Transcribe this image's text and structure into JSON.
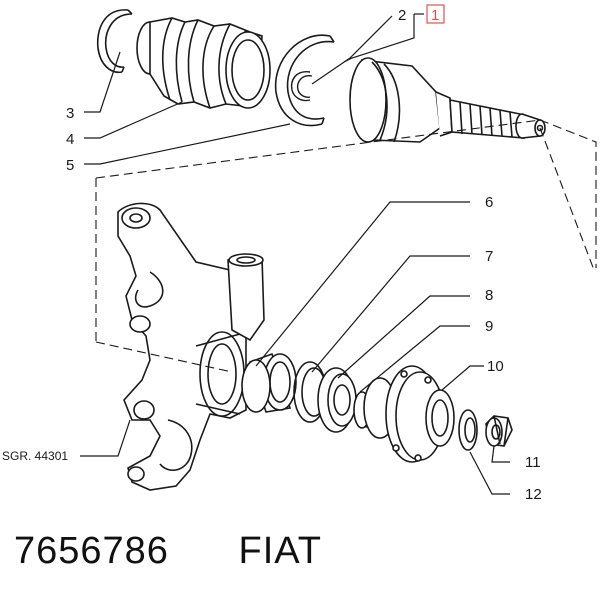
{
  "diagram": {
    "callouts": {
      "c1": "1",
      "c2": "2",
      "c3": "3",
      "c4": "4",
      "c5": "5",
      "c6": "6",
      "c7": "7",
      "c8": "8",
      "c9": "9",
      "c10": "10",
      "c11": "11",
      "c12": "12"
    },
    "reference": "SGR. 44301",
    "highlight_color": "#e05050",
    "line_color": "#1a1a1a"
  },
  "footer": {
    "part_number": "7656786",
    "brand": "FIAT"
  }
}
